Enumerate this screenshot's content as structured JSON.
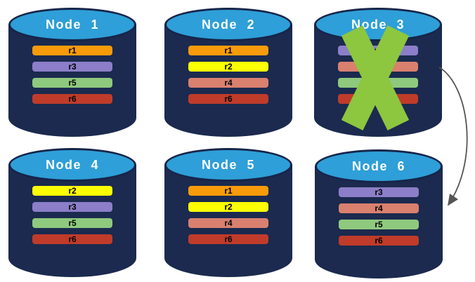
{
  "diagram": {
    "background": "#ffffff",
    "colors": {
      "cylinder_body": "#1B2A4E",
      "cylinder_top": "#2E9FD8",
      "cylinder_border": "#16254A",
      "title_text": "#FFFFFF",
      "replica_text": "#000000",
      "x_mark": "#8DC63F",
      "arrow": "#555555"
    },
    "replica_colors": {
      "r1": "#F89B0A",
      "r2": "#FBFF00",
      "r3": "#8C7EC8",
      "r4": "#D9806F",
      "r5": "#8FC97E",
      "r6": "#C03B2A"
    },
    "nodes": [
      {
        "title": "Node 1",
        "failed": false,
        "replicas": [
          "r1",
          "r3",
          "r5",
          "r6"
        ]
      },
      {
        "title": "Node 2",
        "failed": false,
        "replicas": [
          "r1",
          "r2",
          "r4",
          "r6"
        ]
      },
      {
        "title": "Node 3",
        "failed": true,
        "replicas": [
          "r3",
          "r4",
          "r5",
          "r6"
        ]
      },
      {
        "title": "Node 4",
        "failed": false,
        "replicas": [
          "r2",
          "r3",
          "r5",
          "r6"
        ]
      },
      {
        "title": "Node 5",
        "failed": false,
        "replicas": [
          "r1",
          "r2",
          "r4",
          "r6"
        ]
      },
      {
        "title": "Node 6",
        "failed": false,
        "replicas": [
          "r3",
          "r4",
          "r5",
          "r6"
        ]
      }
    ],
    "arrow": {
      "from_node": "Node 3",
      "to_node": "Node 6"
    }
  }
}
